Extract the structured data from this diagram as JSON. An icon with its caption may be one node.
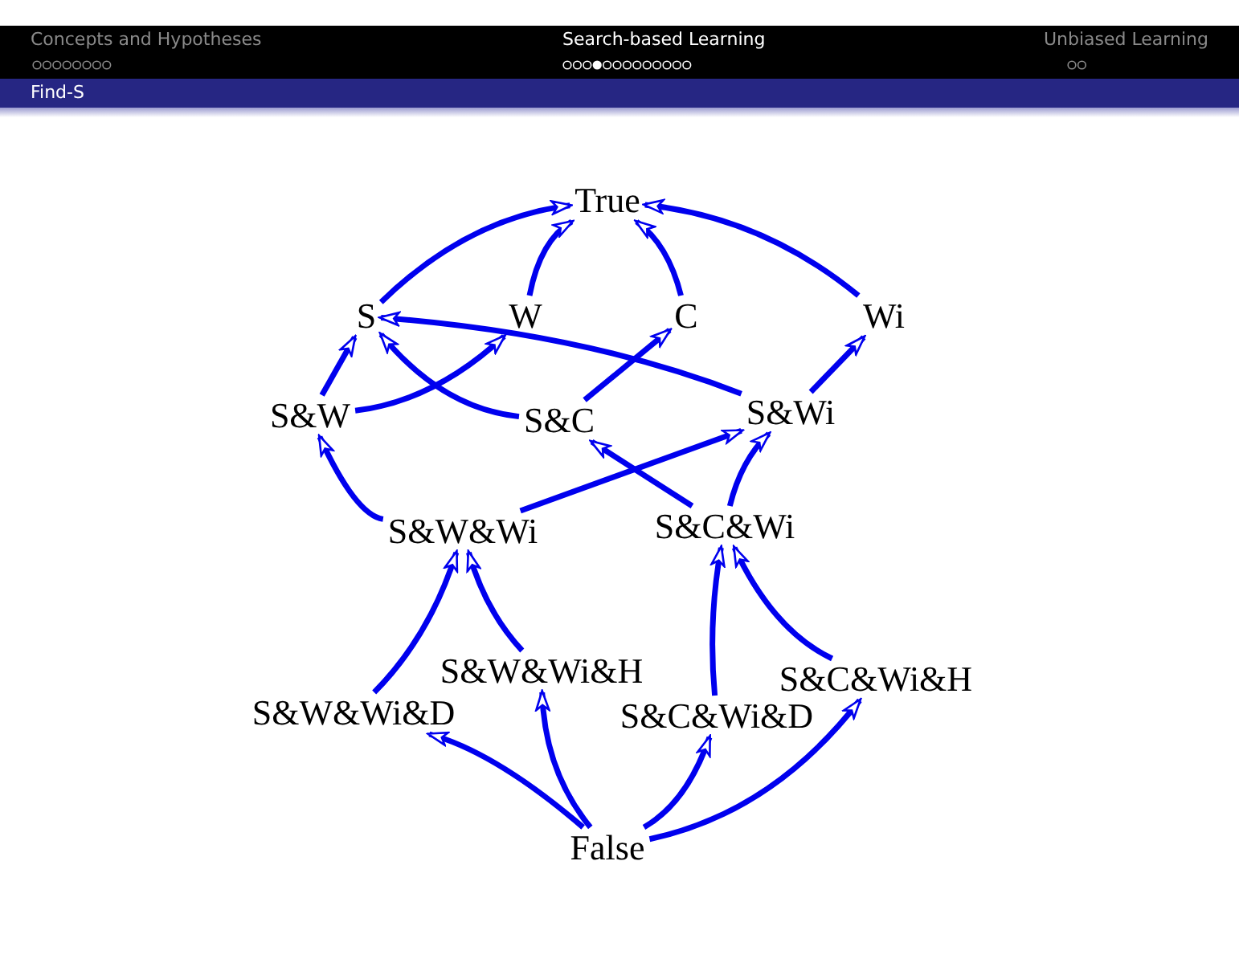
{
  "diagram": {
    "title": "Find-S",
    "nodes": [
      {
        "text": [
          "True"
        ]
      },
      {
        "text": [
          "S"
        ]
      },
      {
        "text": [
          "W"
        ]
      },
      {
        "text": [
          "C"
        ]
      },
      {
        "text": [
          "Wi"
        ]
      },
      {
        "text": [
          "S&W"
        ]
      },
      {
        "text": [
          "S&C"
        ]
      },
      {
        "text": [
          "S&Wi"
        ]
      },
      {
        "text": [
          "S&W&Wi"
        ]
      },
      {
        "text": [
          "S&C&Wi"
        ]
      },
      {
        "text": [
          "S&W&Wi&H"
        ]
      },
      {
        "text": [
          "S&W&Wi&D"
        ]
      },
      {
        "text": [
          "S&C&Wi&D"
        ]
      },
      {
        "text": [
          "S&C&Wi&H"
        ]
      },
      {
        "text": [
          "False"
        ]
      }
    ],
    "edges": [
      {
        "from": 1,
        "to": 0,
        "arrow": "to"
      },
      {
        "from": 2,
        "to": 0,
        "arrow": "to"
      },
      {
        "from": 3,
        "to": 0,
        "arrow": "to"
      },
      {
        "from": 4,
        "to": 0,
        "arrow": "to"
      },
      {
        "from": 5,
        "to": 1,
        "arrow": "to"
      },
      {
        "from": 5,
        "to": 2,
        "arrow": "to"
      },
      {
        "from": 6,
        "to": 1,
        "arrow": "to"
      },
      {
        "from": 6,
        "to": 3,
        "arrow": "to"
      },
      {
        "from": 7,
        "to": 1,
        "arrow": "to"
      },
      {
        "from": 7,
        "to": 4,
        "arrow": "to"
      },
      {
        "from": 8,
        "to": 5,
        "arrow": "to"
      },
      {
        "from": 8,
        "to": 7,
        "arrow": "to"
      },
      {
        "from": 9,
        "to": 6,
        "arrow": "to"
      },
      {
        "from": 9,
        "to": 7,
        "arrow": "to"
      },
      {
        "from": 11,
        "to": 8,
        "arrow": "to"
      },
      {
        "from": 10,
        "to": 8,
        "arrow": "to"
      },
      {
        "from": 12,
        "to": 9,
        "arrow": "to"
      },
      {
        "from": 13,
        "to": 9,
        "arrow": "to"
      },
      {
        "from": 14,
        "to": 11,
        "arrow": "to"
      },
      {
        "from": 14,
        "to": 10,
        "arrow": "to"
      },
      {
        "from": 14,
        "to": 12,
        "arrow": "to"
      },
      {
        "from": 14,
        "to": 13,
        "arrow": "to"
      }
    ],
    "labels": [
      "Concepts and Hypotheses",
      "Search-based Learning",
      "Unbiased Learning"
    ]
  }
}
